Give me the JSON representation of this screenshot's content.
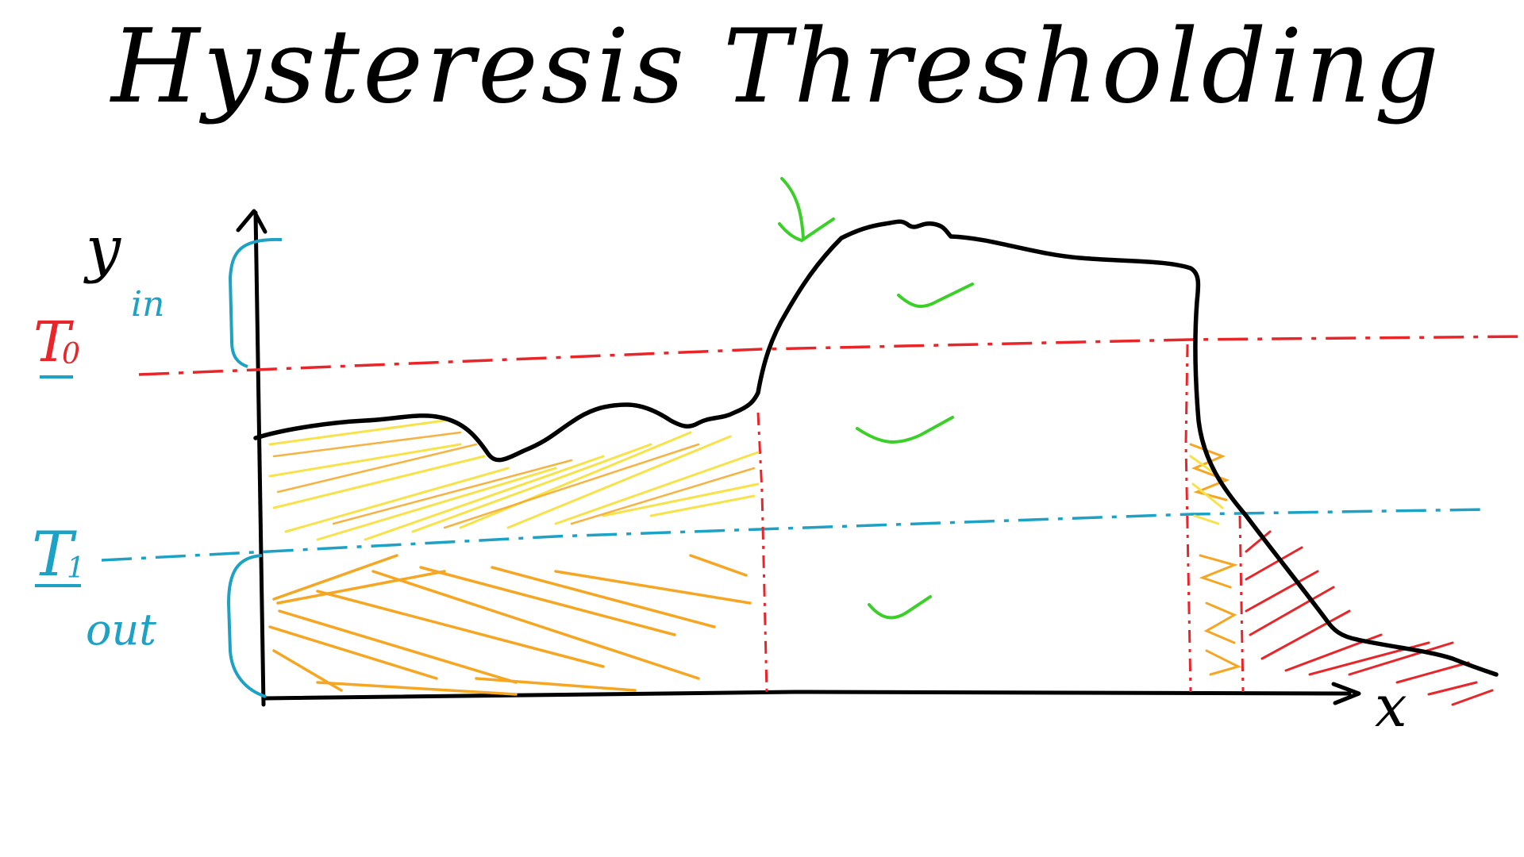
{
  "title": "Hysteresis Thresholding",
  "axes": {
    "y_label": "y",
    "x_label": "x"
  },
  "thresholds": {
    "t0": {
      "label": "T",
      "subscript": "0",
      "color": "#e8262a"
    },
    "t1": {
      "label": "T",
      "subscript": "1",
      "color": "#1da1c4"
    }
  },
  "regions": {
    "in_label": "in",
    "out_label": "out"
  },
  "colors": {
    "ink": "#000000",
    "t0_red": "#e8262a",
    "t1_blue": "#1da1c4",
    "hatch_yellow": "#f8e24a",
    "hatch_orange": "#f5a623",
    "hatch_red": "#e8262a",
    "check_green": "#3ccf2a"
  },
  "annotations": {
    "checkmarks": 4,
    "arrow_marker": "check-arrow"
  }
}
